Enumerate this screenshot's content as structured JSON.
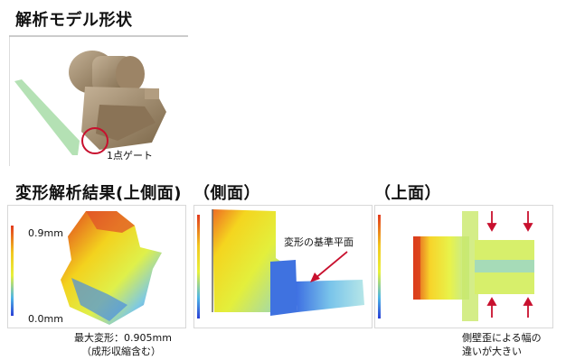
{
  "model": {
    "title": "解析モデル形状",
    "gate_label": "1点ゲート"
  },
  "results": {
    "title": "変形解析結果(上側面)",
    "scale_max": "0.9mm",
    "scale_min": "0.0mm",
    "max_deform_line1": "最大変形：0.905mm",
    "max_deform_line2": "（成形収縮含む）"
  },
  "side": {
    "title": "（側面）",
    "reference_plane": "変形の基準平面"
  },
  "top": {
    "title": "（上面）",
    "note_line1": "側壁歪による幅の",
    "note_line2": "違いが大きい"
  },
  "colors": {
    "accent_red": "#c8102e",
    "model_tan": "#a08a6c",
    "gate_green": "#8fcf8f"
  }
}
